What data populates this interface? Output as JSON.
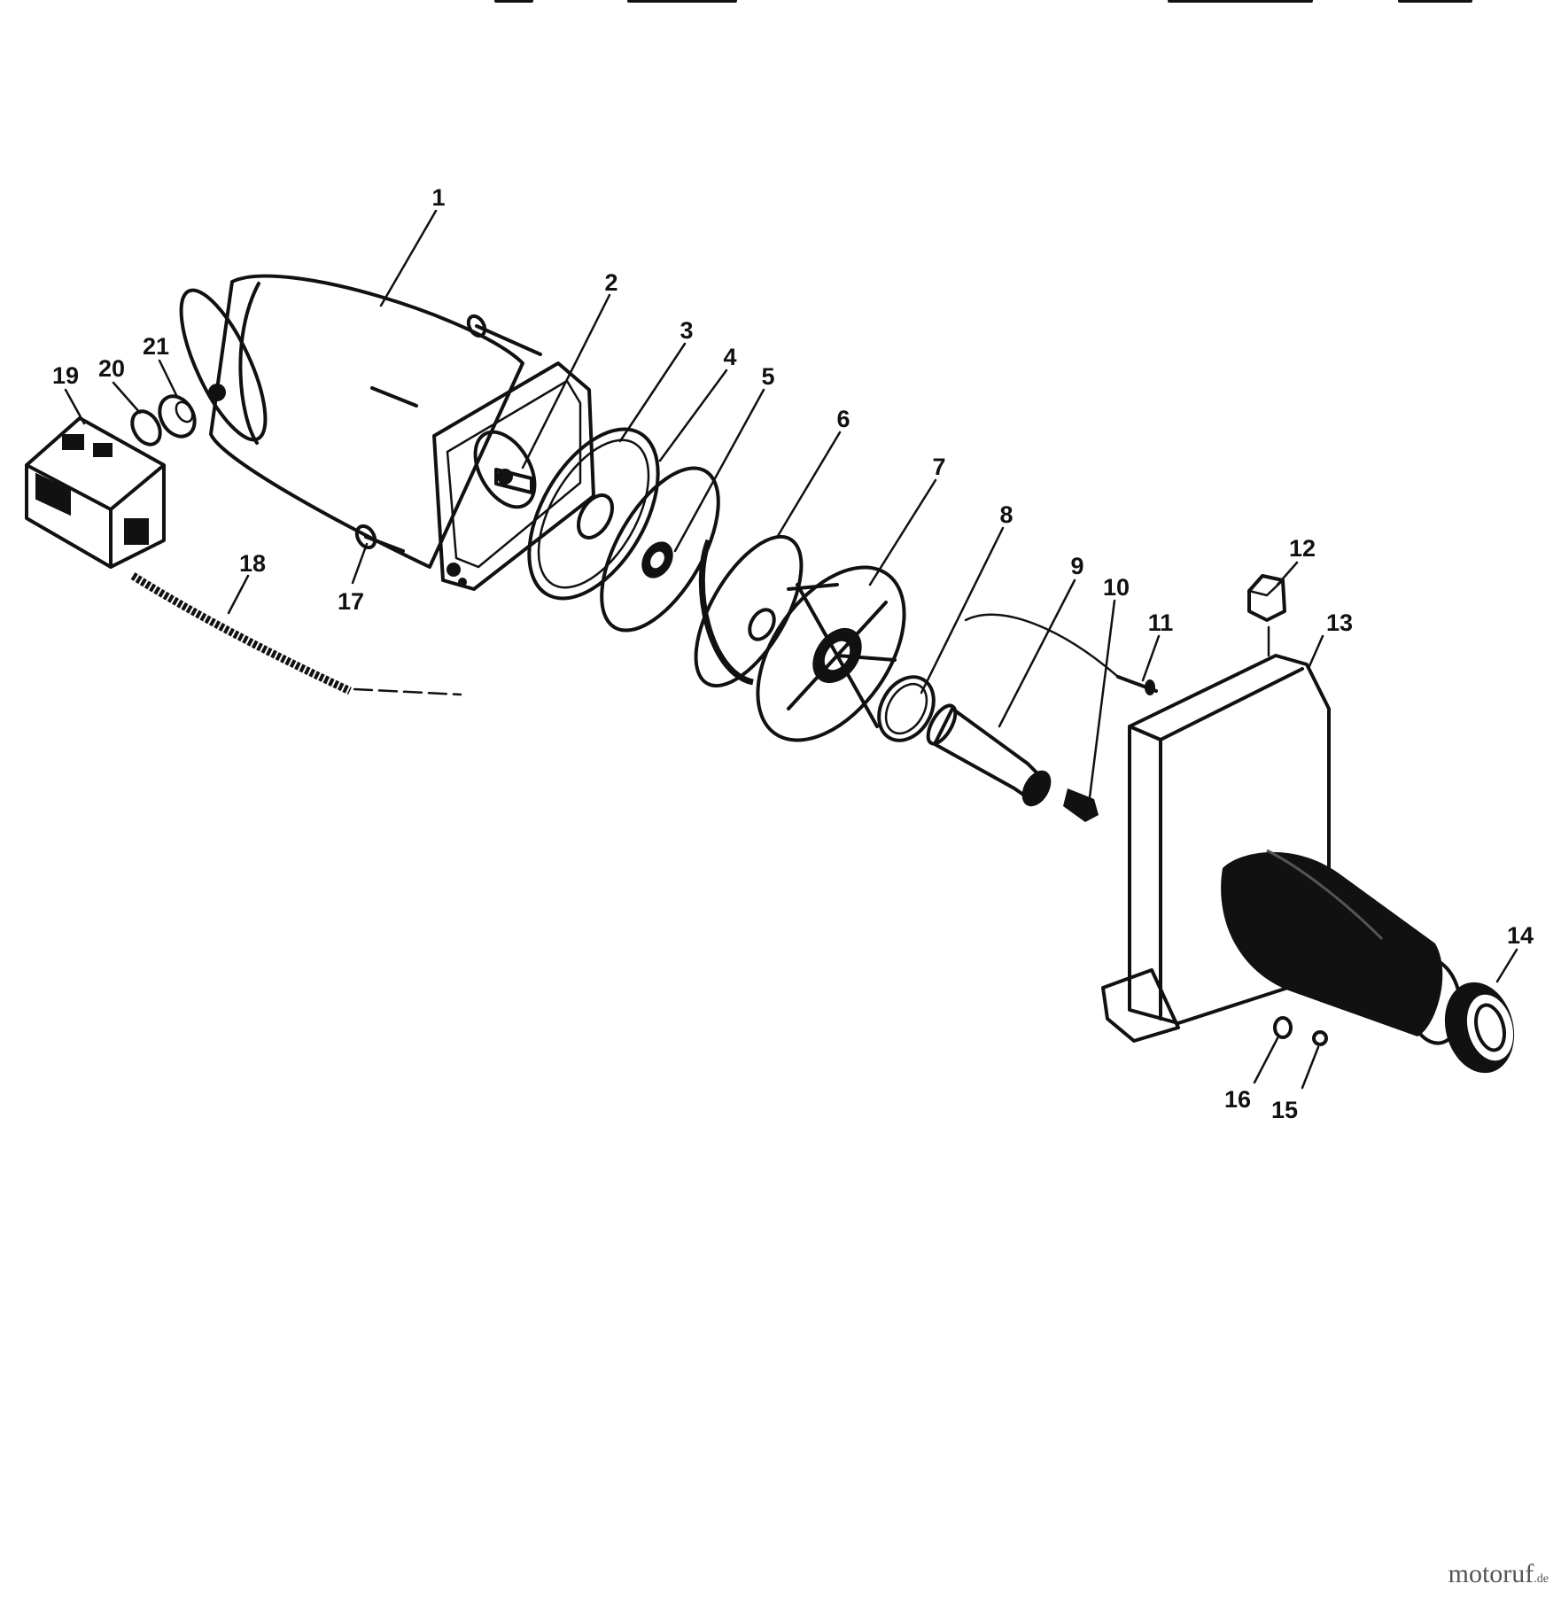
{
  "diagram": {
    "callouts": [
      "1",
      "2",
      "3",
      "4",
      "5",
      "6",
      "7",
      "8",
      "9",
      "10",
      "11",
      "12",
      "13",
      "14",
      "15",
      "16",
      "17",
      "18",
      "19",
      "20",
      "21"
    ]
  },
  "watermark": {
    "brand": "motoruf",
    "tld": ".de"
  }
}
